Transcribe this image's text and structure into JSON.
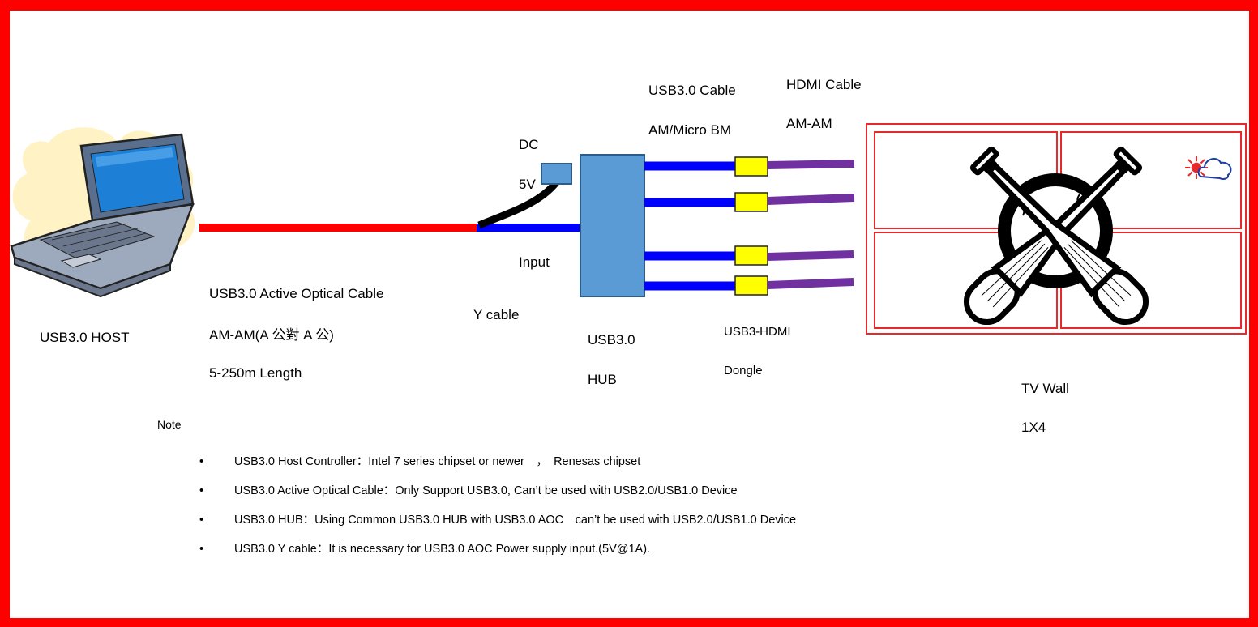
{
  "labels": {
    "host": "USB3.0 HOST",
    "aoc_title": "USB3.0 Active Optical Cable",
    "aoc_type": "AM-AM(A 公對 A 公)",
    "aoc_length": "5-250m Length",
    "dc": "DC",
    "v5": "5V",
    "input": "Input",
    "y_cable": "Y cable",
    "hub_line1": "USB3.0",
    "hub_line2": "HUB",
    "usb_cable": "USB3.0 Cable",
    "usb_cable_type": "AM/Micro BM",
    "hdmi_cable": "HDMI Cable",
    "hdmi_cable_type": "AM-AM",
    "dongle_line1": "USB3-HDMI",
    "dongle_line2": "Dongle",
    "tvwall_line1": "TV Wall",
    "tvwall_line2": "1X4"
  },
  "note": {
    "title": "Note",
    "bullet": "•",
    "items": [
      "USB3.0 Host Controller：Intel 7 series chipset or newer　，　Renesas chipset",
      "USB3.0 Active Optical Cable：Only Support USB3.0, Can’t be used with USB2.0/USB1.0 Device",
      "USB3.0 HUB：Using Common USB3.0 HUB with USB3.0 AOC　can’t be used with USB2.0/USB1.0 Device",
      "USB3.0 Y cable：It is necessary for USB3.0 AOC Power supply input.(5V@1A)."
    ]
  },
  "colors": {
    "frame": "#ff0000",
    "optical_cable": "#ff0000",
    "usb_cable": "#0000ff",
    "hub": "#5b9bd5",
    "dongle": "#ffff00",
    "hdmi_cable": "#7030a0",
    "tv_grid": "#e8292b"
  },
  "icons": {
    "host": "laptop-icon",
    "tv_content": "crossed-baseball-bats-icon",
    "logo": "sun-cloud-icon"
  }
}
